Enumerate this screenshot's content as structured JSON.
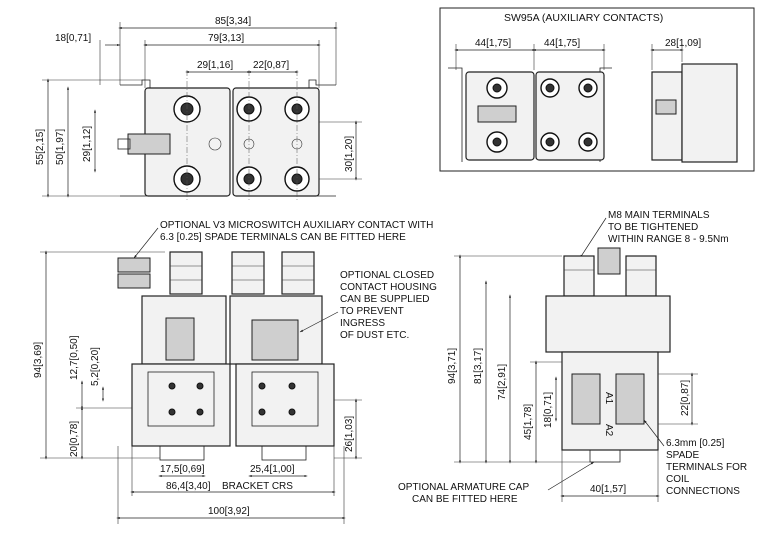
{
  "top_view": {
    "dims": {
      "overall_width": "85[3,34]",
      "body_width": "79[3,13]",
      "left_offset": "18[0,71]",
      "term_a": "29[1,16]",
      "term_b": "22[0,87]",
      "height_overall": "55[2,15]",
      "height_body": "50[1,97]",
      "height_spade": "29[1,12]",
      "height_right": "30[1,20]"
    }
  },
  "aux_view": {
    "title": "SW95A (AUXILIARY CONTACTS)",
    "dims": {
      "left": "44[1,75]",
      "mid": "44[1,75]",
      "side": "28[1,09]"
    }
  },
  "front_view": {
    "note_microswitch": [
      "OPTIONAL V3 MICROSWITCH AUXILIARY CONTACT WITH",
      "6.3 [0.25] SPADE TERMINALS CAN BE FITTED HERE"
    ],
    "note_housing": [
      "OPTIONAL CLOSED",
      "CONTACT HOUSING",
      "CAN BE SUPPLIED",
      "TO PREVENT",
      "INGRESS",
      "OF DUST ETC."
    ],
    "dims": {
      "height": "94[3,69]",
      "d1": "12,7[0,50]",
      "d2": "5,2[0,20]",
      "d3": "20[0,78]",
      "d4": "26[1,03]",
      "d5": "17,5[0,69]",
      "d6": "25,4[1,00]",
      "bracket": "86,4[3,40]",
      "bracket_label": "BRACKET CRS",
      "overall": "100[3,92]"
    }
  },
  "side_view": {
    "note_terminals": [
      "M8 MAIN TERMINALS",
      "TO BE TIGHTENED",
      "WITHIN RANGE 8 - 9.5Nm"
    ],
    "note_spade": [
      "6.3mm [0.25]",
      "SPADE",
      "TERMINALS FOR",
      "COIL",
      "CONNECTIONS"
    ],
    "note_cap": [
      "OPTIONAL ARMATURE CAP",
      "CAN BE FITTED HERE"
    ],
    "coil_labels": [
      "A1",
      "A2"
    ],
    "dims": {
      "h1": "94[3,71]",
      "h2": "81[3,17]",
      "h3": "74[2,91]",
      "h4": "45[1,78]",
      "h5": "18[0,71]",
      "h6": "22[0,87]",
      "w": "40[1,57]"
    }
  }
}
